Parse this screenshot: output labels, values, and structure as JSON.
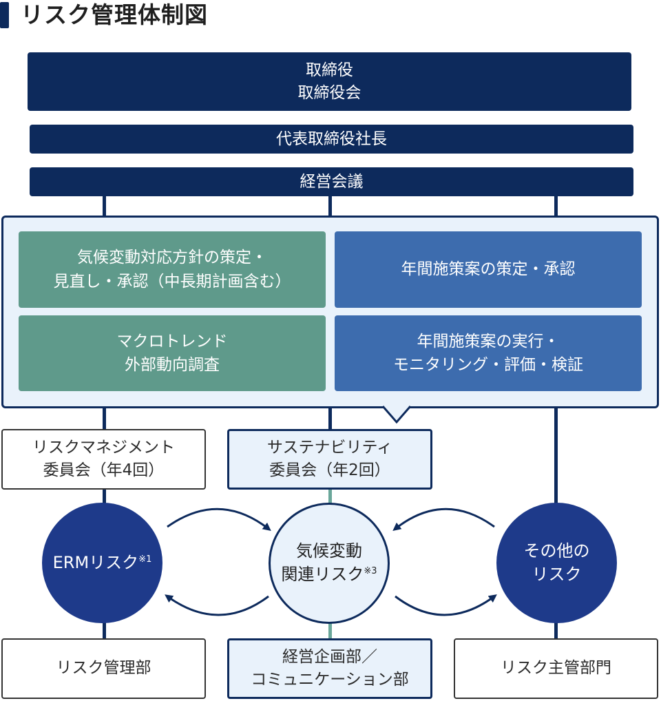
{
  "title": "リスク管理体制図",
  "top": {
    "board_line1": "取締役",
    "board_line2": "取締役会",
    "president": "代表取締役社長",
    "management_meeting": "経営会議"
  },
  "panel": {
    "tile_climate_policy_line1": "気候変動対応方針の策定・",
    "tile_climate_policy_line2": "見直し・承認（中長期計画含む）",
    "tile_annual_plan": "年間施策案の策定・承認",
    "tile_macro_line1": "マクロトレンド",
    "tile_macro_line2": "外部動向調査",
    "tile_execution_line1": "年間施策案の実行・",
    "tile_execution_line2": "モニタリング・評価・検証"
  },
  "committees": {
    "risk_mgmt_line1": "リスクマネジメント",
    "risk_mgmt_line2": "委員会（年4回）",
    "sustainability_line1": "サステナビリティ",
    "sustainability_line2": "委員会（年2回）"
  },
  "risks": {
    "erm": "ERMリスク",
    "erm_note": "※1",
    "climate_line1": "気候変動",
    "climate_line2": "関連リスク",
    "climate_note": "※3",
    "other_line1": "その他の",
    "other_line2": "リスク"
  },
  "departments": {
    "risk_dept": "リスク管理部",
    "planning_line1": "経営企画部／",
    "planning_line2": "コミュニケーション部",
    "risk_owner": "リスク主管部門"
  },
  "colors": {
    "navy": "#0d2a5c",
    "green": "#5f9a8b",
    "blue": "#3d6cae",
    "light": "#e9f2fb",
    "circle_navy": "#1e3a8a"
  }
}
